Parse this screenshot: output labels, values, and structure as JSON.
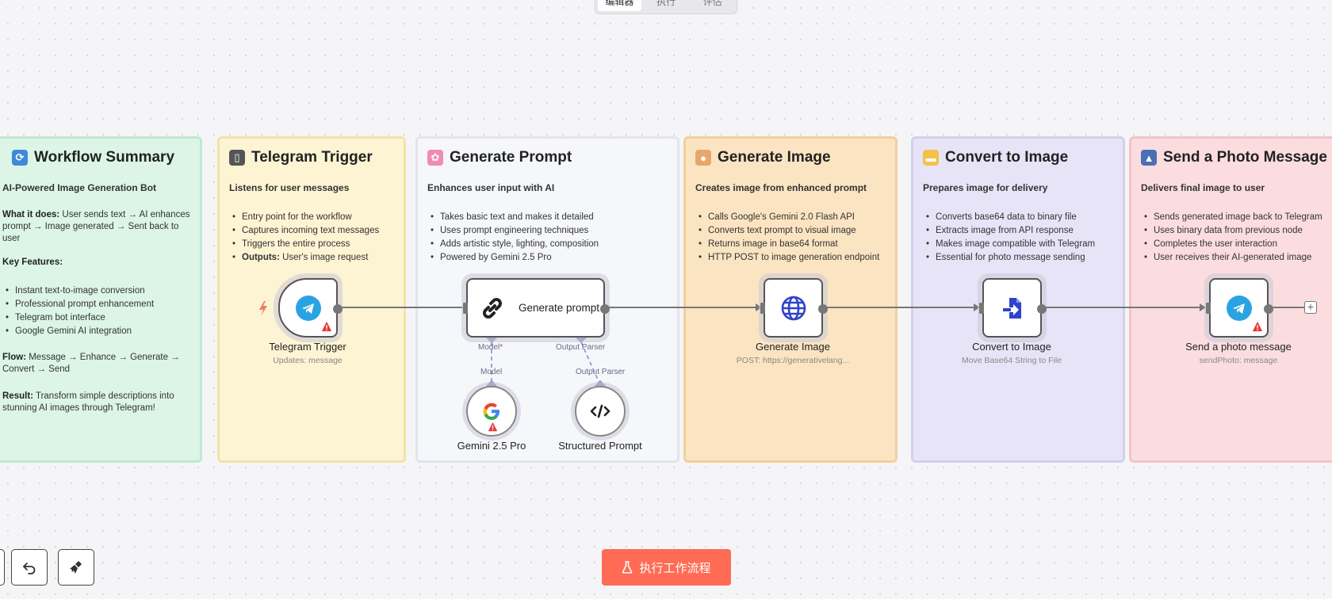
{
  "top_tabs": [
    "编辑器",
    "执行",
    "评估"
  ],
  "panels": {
    "summary": {
      "title": "Workflow Summary",
      "emoji": "🔄",
      "subtitle": "AI-Powered Image Generation Bot",
      "what_label": "What it does:",
      "what_text": " User sends text → AI enhances prompt → Image generated → Sent back to user",
      "features_label": "Key Features:",
      "features": [
        "Instant text-to-image conversion",
        "Professional prompt enhancement",
        "Telegram bot interface",
        "Google Gemini AI integration"
      ],
      "flow_label": "Flow:",
      "flow_text": " Message → Enhance → Generate → Convert → Send",
      "result_label": "Result:",
      "result_text": " Transform simple descriptions into stunning AI images through Telegram!",
      "color": "#dcf5e7"
    },
    "trigger": {
      "title": "Telegram Trigger",
      "emoji": "📱",
      "subtitle": "Listens for user messages",
      "bullets": [
        "Entry point for the workflow",
        "Captures incoming text messages",
        "Triggers the entire process"
      ],
      "outputs_label": "Outputs:",
      "outputs_text": " User's image request",
      "color": "#fdf4d3"
    },
    "prompt": {
      "title": "Generate Prompt",
      "emoji": "🧠",
      "subtitle": "Enhances user input with AI",
      "bullets": [
        "Takes basic text and makes it detailed",
        "Uses prompt engineering techniques",
        "Adds artistic style, lighting, composition",
        "Powered by Gemini 2.5 Pro"
      ],
      "color": "#f6f7fb"
    },
    "image": {
      "title": "Generate Image",
      "emoji": "🎨",
      "subtitle": "Creates image from enhanced prompt",
      "bullets": [
        "Calls Google's Gemini 2.0 Flash API",
        "Converts text prompt to visual image",
        "Returns image in base64 format",
        "HTTP POST to image generation endpoint"
      ],
      "color": "#fbe4c1"
    },
    "convert": {
      "title": "Convert to Image",
      "emoji": "📁",
      "subtitle": "Prepares image for delivery",
      "bullets": [
        "Converts base64 data to binary file",
        "Extracts image from API response",
        "Makes image compatible with Telegram",
        "Essential for photo message sending"
      ],
      "color": "#e7e4f7"
    },
    "send": {
      "title": "Send a Photo Message",
      "emoji": "📤",
      "subtitle": "Delivers final image to user",
      "bullets": [
        "Sends generated image back to Telegram",
        "Uses binary data from previous node",
        "Completes the user interaction",
        "User receives their AI-generated image"
      ],
      "color": "#fbdde0"
    }
  },
  "nodes": {
    "telegram_trigger": {
      "label": "Telegram Trigger",
      "sublabel": "Updates: message",
      "icon": "telegram-icon"
    },
    "generate_prompt": {
      "label": "Generate prompt",
      "icon": "chain-link-icon",
      "model_label": "Model",
      "parser_label": "Output Parser"
    },
    "gemini": {
      "label": "Gemini 2.5 Pro",
      "icon": "google-icon",
      "edge_label": "Model"
    },
    "structured_prompt": {
      "label": "Structured Prompt",
      "icon": "code-icon",
      "edge_label": "Output Parser"
    },
    "generate_image": {
      "label": "Generate Image",
      "sublabel": "POST: https://generativelang...",
      "icon": "globe-icon"
    },
    "convert_image": {
      "label": "Convert to Image",
      "sublabel": "Move Base64 String to File",
      "icon": "file-import-icon"
    },
    "send_photo": {
      "label": "Send a photo message",
      "sublabel": "sendPhoto: message",
      "icon": "telegram-icon"
    }
  },
  "controls": {
    "run_button": "执行工作流程",
    "undo": "undo-icon",
    "clear": "broom-icon",
    "add": "+"
  },
  "colors": {
    "accent": "#ff6b55",
    "telegram": "#2aa3e2",
    "warning": "#e53935",
    "edge": "#777777",
    "sub_edge": "#7b8cc4"
  }
}
